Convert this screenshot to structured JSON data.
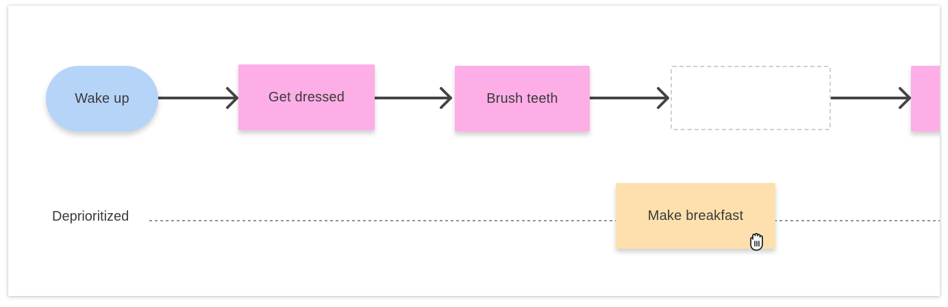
{
  "colors": {
    "pill_fill": "#b5d4f8",
    "sticky_pink": "#fdaee6",
    "sticky_orange": "#fde0ad",
    "arrow": "#444444",
    "text": "#3a3a3a",
    "lane_line": "#6b6b6b"
  },
  "flow": {
    "start_label": "Wake up",
    "step1_label": "Get dressed",
    "step2_label": "Brush teeth",
    "step3_label": ""
  },
  "lane": {
    "label": "Deprioritized",
    "card_label": "Make breakfast"
  },
  "cursor_icon": "grab-hand-icon"
}
